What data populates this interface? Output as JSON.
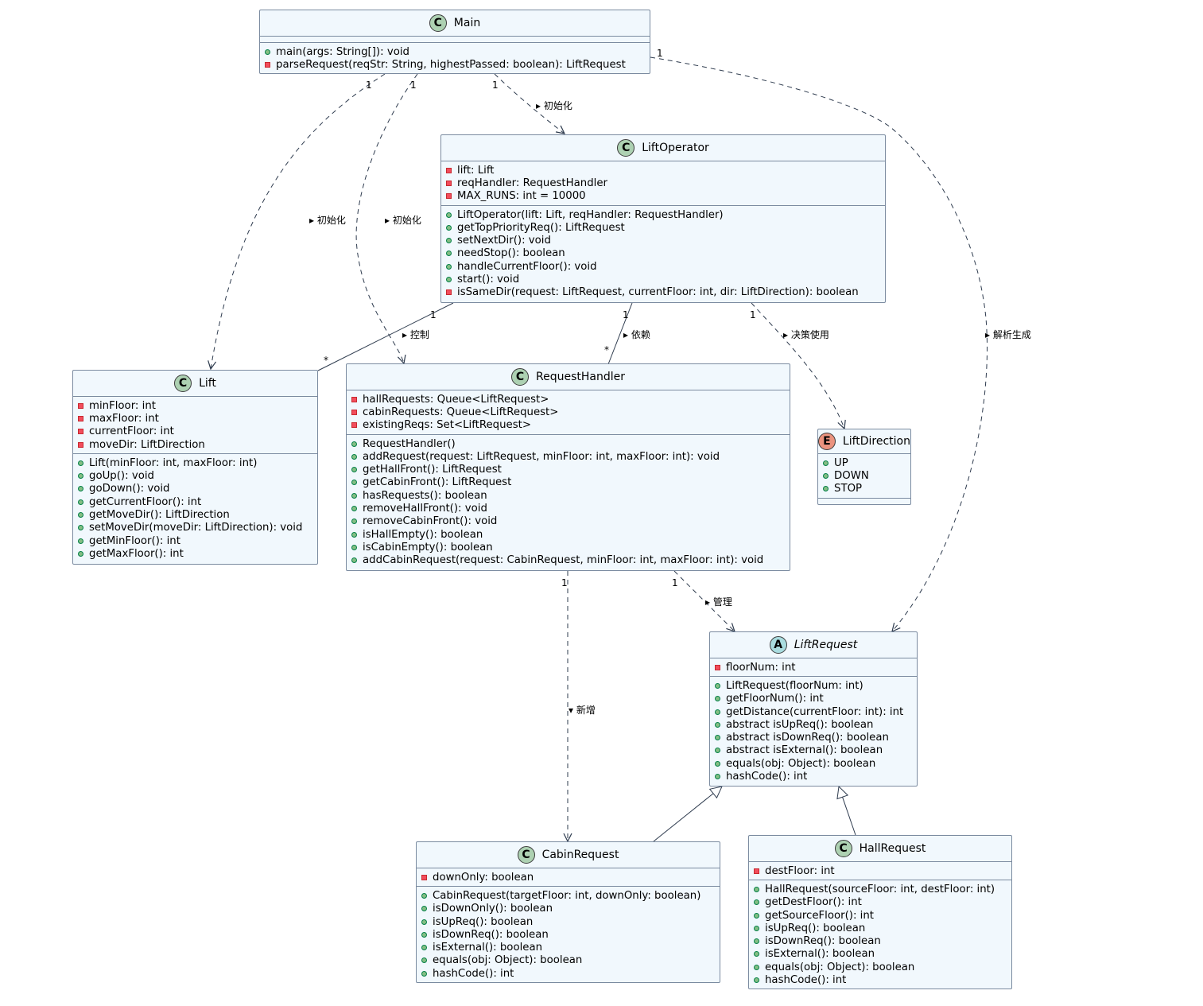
{
  "colors": {
    "class_fill": "#f1f8fd",
    "class_border": "#7b8ba0",
    "edge": "#2e3b4e",
    "stereo_class": "#add1b2",
    "stereo_abstract": "#a9dcdf",
    "stereo_enum": "#eb937f",
    "public_marker": "#84be84",
    "private_marker": "#f24d5c"
  },
  "classes": {
    "main": {
      "stereotype": "C",
      "name": "Main",
      "attributes": [],
      "methods": [
        {
          "vis": "public",
          "text": "main(args: String[]): void"
        },
        {
          "vis": "private",
          "text": "parseRequest(reqStr: String, highestPassed: boolean): LiftRequest"
        }
      ]
    },
    "lift_operator": {
      "stereotype": "C",
      "name": "LiftOperator",
      "attributes": [
        {
          "vis": "private",
          "text": "lift: Lift"
        },
        {
          "vis": "private",
          "text": "reqHandler: RequestHandler"
        },
        {
          "vis": "private",
          "text": "MAX_RUNS: int = 10000"
        }
      ],
      "methods": [
        {
          "vis": "public",
          "text": "LiftOperator(lift: Lift, reqHandler: RequestHandler)"
        },
        {
          "vis": "public",
          "text": "getTopPriorityReq(): LiftRequest"
        },
        {
          "vis": "public",
          "text": "setNextDir(): void"
        },
        {
          "vis": "public",
          "text": "needStop(): boolean"
        },
        {
          "vis": "public",
          "text": "handleCurrentFloor(): void"
        },
        {
          "vis": "public",
          "text": "start(): void"
        },
        {
          "vis": "private",
          "text": "isSameDir(request: LiftRequest, currentFloor: int, dir: LiftDirection): boolean"
        }
      ]
    },
    "lift": {
      "stereotype": "C",
      "name": "Lift",
      "attributes": [
        {
          "vis": "private",
          "text": "minFloor: int"
        },
        {
          "vis": "private",
          "text": "maxFloor: int"
        },
        {
          "vis": "private",
          "text": "currentFloor: int"
        },
        {
          "vis": "private",
          "text": "moveDir: LiftDirection"
        }
      ],
      "methods": [
        {
          "vis": "public",
          "text": "Lift(minFloor: int, maxFloor: int)"
        },
        {
          "vis": "public",
          "text": "goUp(): void"
        },
        {
          "vis": "public",
          "text": "goDown(): void"
        },
        {
          "vis": "public",
          "text": "getCurrentFloor(): int"
        },
        {
          "vis": "public",
          "text": "getMoveDir(): LiftDirection"
        },
        {
          "vis": "public",
          "text": "setMoveDir(moveDir: LiftDirection): void"
        },
        {
          "vis": "public",
          "text": "getMinFloor(): int"
        },
        {
          "vis": "public",
          "text": "getMaxFloor(): int"
        }
      ]
    },
    "request_handler": {
      "stereotype": "C",
      "name": "RequestHandler",
      "attributes": [
        {
          "vis": "private",
          "text": "hallRequests: Queue<LiftRequest>"
        },
        {
          "vis": "private",
          "text": "cabinRequests: Queue<LiftRequest>"
        },
        {
          "vis": "private",
          "text": "existingReqs: Set<LiftRequest>"
        }
      ],
      "methods": [
        {
          "vis": "public",
          "text": "RequestHandler()"
        },
        {
          "vis": "public",
          "text": "addRequest(request: LiftRequest, minFloor: int, maxFloor: int): void"
        },
        {
          "vis": "public",
          "text": "getHallFront(): LiftRequest"
        },
        {
          "vis": "public",
          "text": "getCabinFront(): LiftRequest"
        },
        {
          "vis": "public",
          "text": "hasRequests(): boolean"
        },
        {
          "vis": "public",
          "text": "removeHallFront(): void"
        },
        {
          "vis": "public",
          "text": "removeCabinFront(): void"
        },
        {
          "vis": "public",
          "text": "isHallEmpty(): boolean"
        },
        {
          "vis": "public",
          "text": "isCabinEmpty(): boolean"
        },
        {
          "vis": "public",
          "text": "addCabinRequest(request: CabinRequest, minFloor: int, maxFloor: int): void"
        }
      ]
    },
    "lift_direction": {
      "stereotype": "E",
      "name": "LiftDirection",
      "attributes": [
        {
          "vis": "public",
          "text": "UP"
        },
        {
          "vis": "public",
          "text": "DOWN"
        },
        {
          "vis": "public",
          "text": "STOP"
        }
      ],
      "methods": []
    },
    "lift_request": {
      "stereotype": "A",
      "name": "LiftRequest",
      "attributes": [
        {
          "vis": "private",
          "text": "floorNum: int"
        }
      ],
      "methods": [
        {
          "vis": "public",
          "text": "LiftRequest(floorNum: int)"
        },
        {
          "vis": "public",
          "text": "getFloorNum(): int"
        },
        {
          "vis": "public",
          "text": "getDistance(currentFloor: int): int"
        },
        {
          "vis": "public",
          "text": "abstract isUpReq(): boolean"
        },
        {
          "vis": "public",
          "text": "abstract isDownReq(): boolean"
        },
        {
          "vis": "public",
          "text": "abstract isExternal(): boolean"
        },
        {
          "vis": "public",
          "text": "equals(obj: Object): boolean"
        },
        {
          "vis": "public",
          "text": "hashCode(): int"
        }
      ]
    },
    "cabin_request": {
      "stereotype": "C",
      "name": "CabinRequest",
      "attributes": [
        {
          "vis": "private",
          "text": "downOnly: boolean"
        }
      ],
      "methods": [
        {
          "vis": "public",
          "text": "CabinRequest(targetFloor: int, downOnly: boolean)"
        },
        {
          "vis": "public",
          "text": "isDownOnly(): boolean"
        },
        {
          "vis": "public",
          "text": "isUpReq(): boolean"
        },
        {
          "vis": "public",
          "text": "isDownReq(): boolean"
        },
        {
          "vis": "public",
          "text": "isExternal(): boolean"
        },
        {
          "vis": "public",
          "text": "equals(obj: Object): boolean"
        },
        {
          "vis": "public",
          "text": "hashCode(): int"
        }
      ]
    },
    "hall_request": {
      "stereotype": "C",
      "name": "HallRequest",
      "attributes": [
        {
          "vis": "private",
          "text": "destFloor: int"
        }
      ],
      "methods": [
        {
          "vis": "public",
          "text": "HallRequest(sourceFloor: int, destFloor: int)"
        },
        {
          "vis": "public",
          "text": "getDestFloor(): int"
        },
        {
          "vis": "public",
          "text": "getSourceFloor(): int"
        },
        {
          "vis": "public",
          "text": "isUpReq(): boolean"
        },
        {
          "vis": "public",
          "text": "isDownReq(): boolean"
        },
        {
          "vis": "public",
          "text": "isExternal(): boolean"
        },
        {
          "vis": "public",
          "text": "equals(obj: Object): boolean"
        },
        {
          "vis": "public",
          "text": "hashCode(): int"
        }
      ]
    }
  },
  "relations": {
    "main_to_operator": {
      "label": "初始化",
      "src_mult": "1",
      "dst_mult": ""
    },
    "main_to_lift": {
      "label": "初始化",
      "src_mult": "1",
      "dst_mult": ""
    },
    "main_to_handler": {
      "label": "初始化",
      "src_mult": "1",
      "dst_mult": ""
    },
    "main_to_request": {
      "label": "解析生成",
      "src_mult": "1",
      "dst_mult": ""
    },
    "operator_lift": {
      "label": "控制",
      "src_mult": "1",
      "dst_mult": "*"
    },
    "operator_handler": {
      "label": "依赖",
      "src_mult": "1",
      "dst_mult": "*"
    },
    "operator_direction": {
      "label": "决策使用",
      "src_mult": "1",
      "dst_mult": ""
    },
    "handler_request": {
      "label": "管理",
      "src_mult": "1",
      "dst_mult": ""
    },
    "handler_cabin": {
      "label": "新增",
      "src_mult": "1",
      "dst_mult": ""
    }
  }
}
